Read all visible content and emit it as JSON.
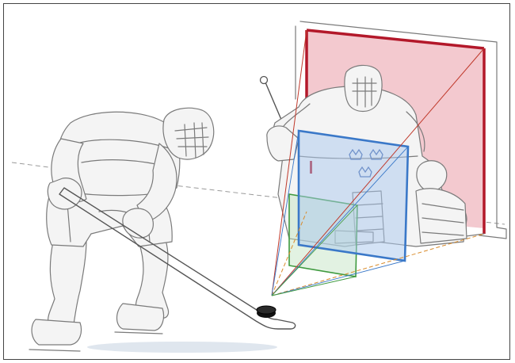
{
  "colors": {
    "goal_frame": "#b3182a",
    "goal_fill": "#f3c9cf",
    "zone_near": "#3a78c8",
    "zone_near_fill": "#a9c8ee",
    "zone_far": "#3f9a3f",
    "zone_far_fill": "#bfe3bf",
    "ray_red": "#c0392b",
    "ray_orange": "#d98b2b",
    "sketch": "#7a7a7a",
    "puck": "#111111",
    "jersey_crowns": "#3a5fa8"
  },
  "icons": [
    "hockey-skater-figure",
    "goaltender-figure",
    "hockey-goal",
    "hockey-puck",
    "hockey-stick"
  ]
}
